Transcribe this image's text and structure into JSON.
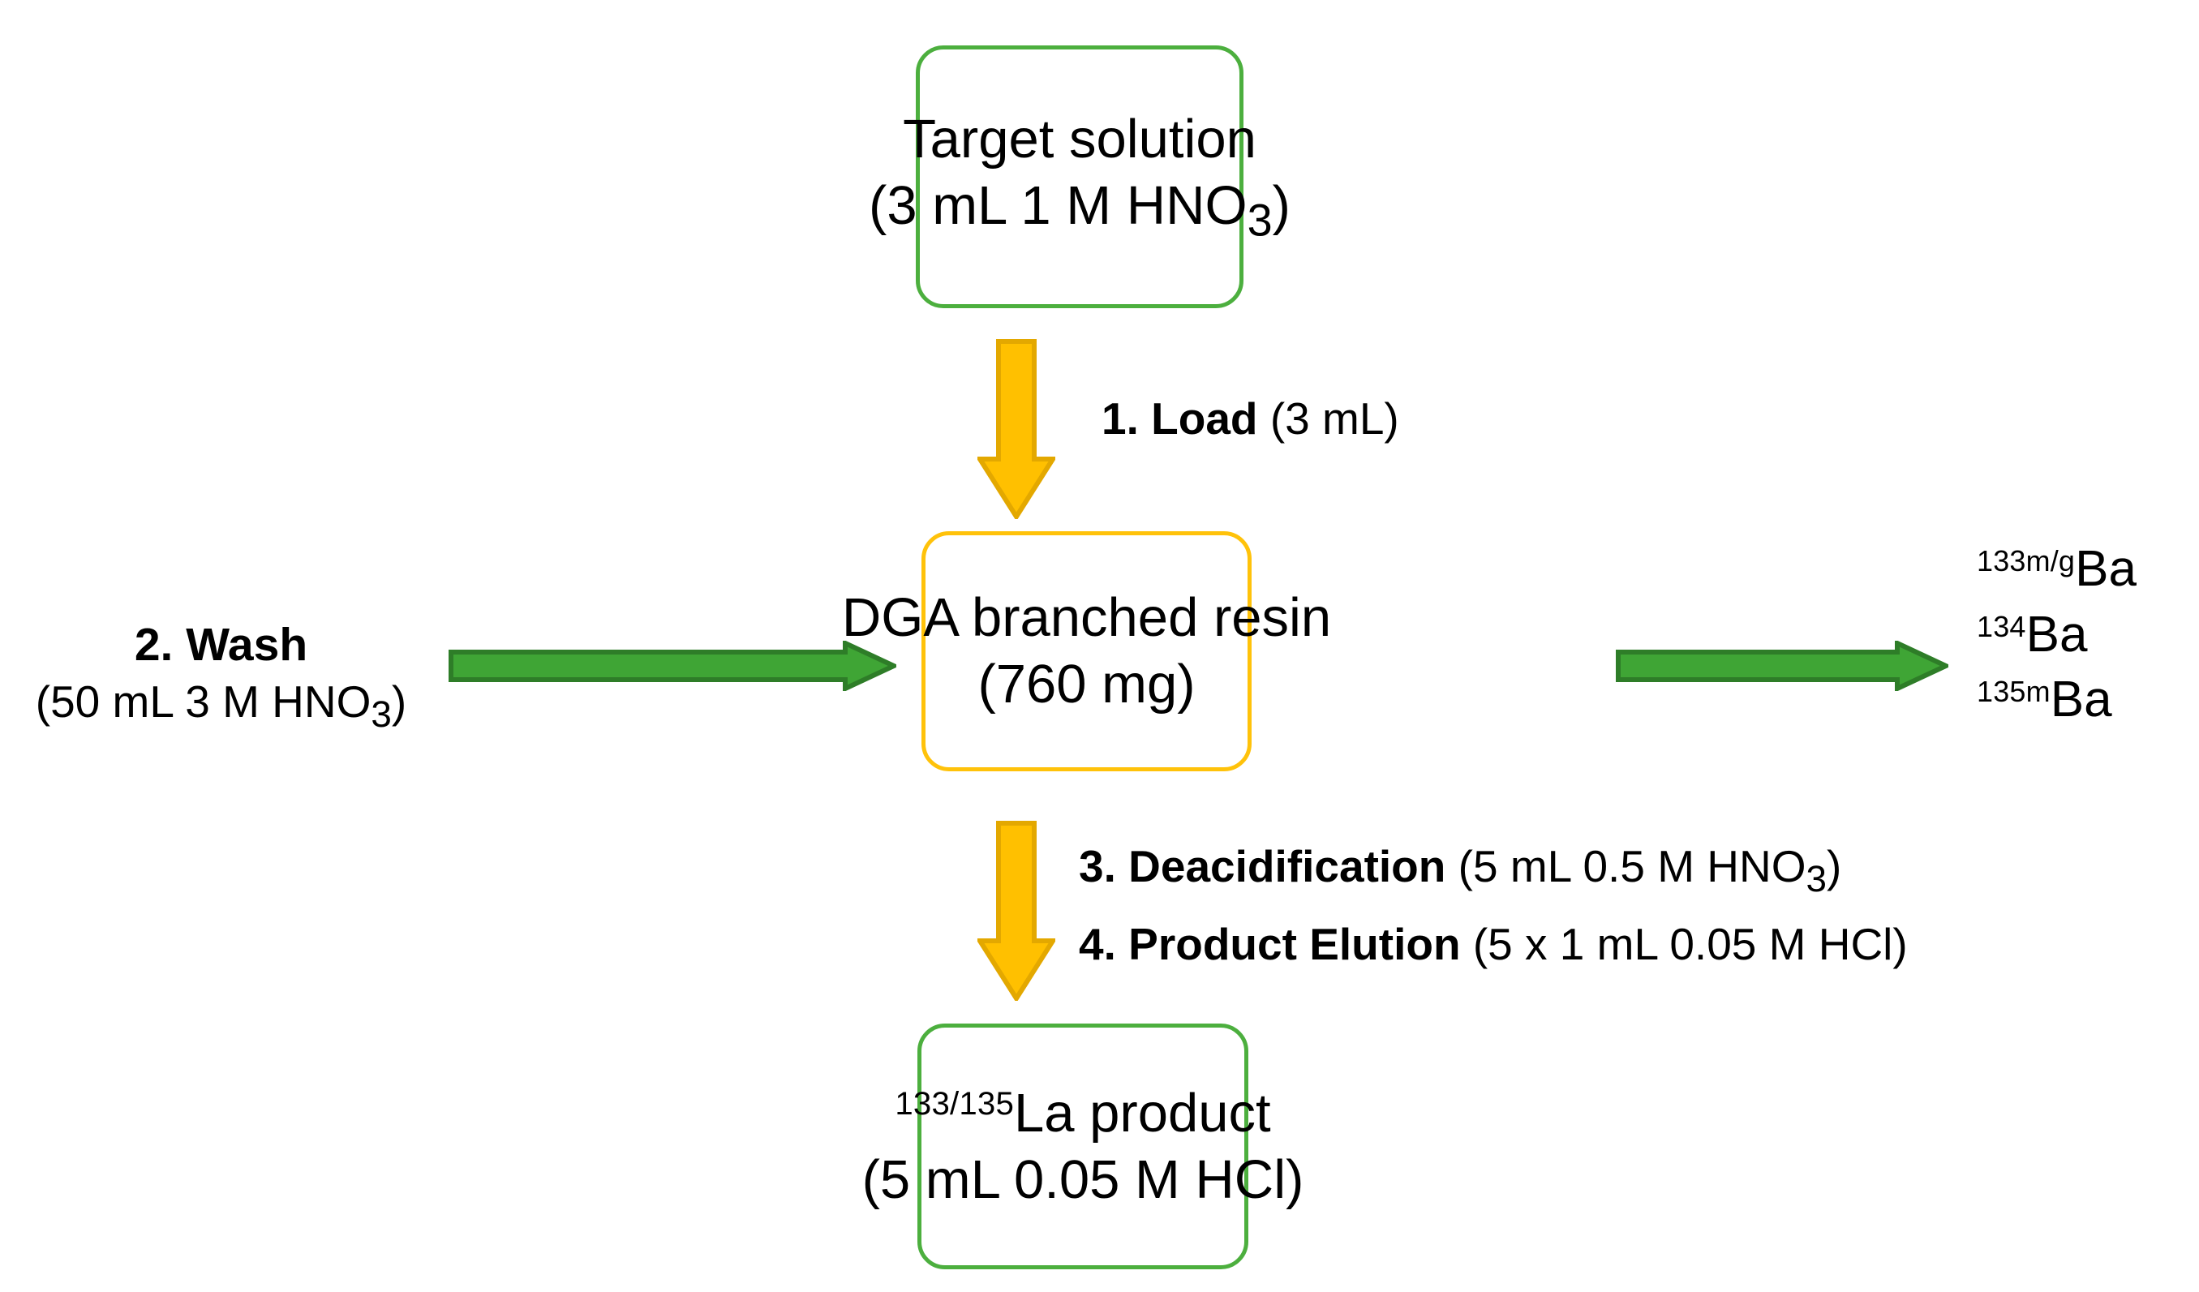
{
  "diagram": {
    "title": "Radiochemical separation flow diagram",
    "colors": {
      "green_border": "#4CAF3E",
      "orange_border": "#FFC20A",
      "green_arrow_fill": "#3FA535",
      "green_arrow_stroke": "#2E7D28",
      "yellow_arrow_fill": "#FFC000",
      "yellow_arrow_stroke": "#E0A800",
      "text": "#000000",
      "background": "#FFFFFF"
    }
  },
  "boxes": {
    "target": {
      "line1": "Target solution",
      "line2_prefix": "(3 mL 1 M HNO",
      "line2_sub": "3",
      "line2_suffix": ")"
    },
    "resin": {
      "line1": "DGA branched resin",
      "line2": "(760 mg)"
    },
    "product": {
      "line1_sup": "133/135",
      "line1_text": "La product",
      "line2": "(5 mL 0.05 M HCl)"
    }
  },
  "steps": {
    "load": {
      "number_label": "1. Load",
      "detail": "(3 mL)"
    },
    "wash": {
      "number_label": "2. Wash",
      "detail_prefix": "(50 mL 3 M HNO",
      "detail_sub": "3",
      "detail_suffix": ")"
    },
    "deacidification": {
      "number_label": "3. Deacidification",
      "detail_prefix": "(5 mL 0.5 M HNO",
      "detail_sub": "3",
      "detail_suffix": ")"
    },
    "product_elution": {
      "number_label": "4. Product Elution",
      "detail": "(5 x 1 mL 0.05 M HCl)"
    }
  },
  "byproducts": {
    "items": [
      {
        "sup": "133m/g",
        "element": "Ba"
      },
      {
        "sup": "134",
        "element": "Ba"
      },
      {
        "sup": "135m",
        "element": "Ba"
      }
    ]
  }
}
